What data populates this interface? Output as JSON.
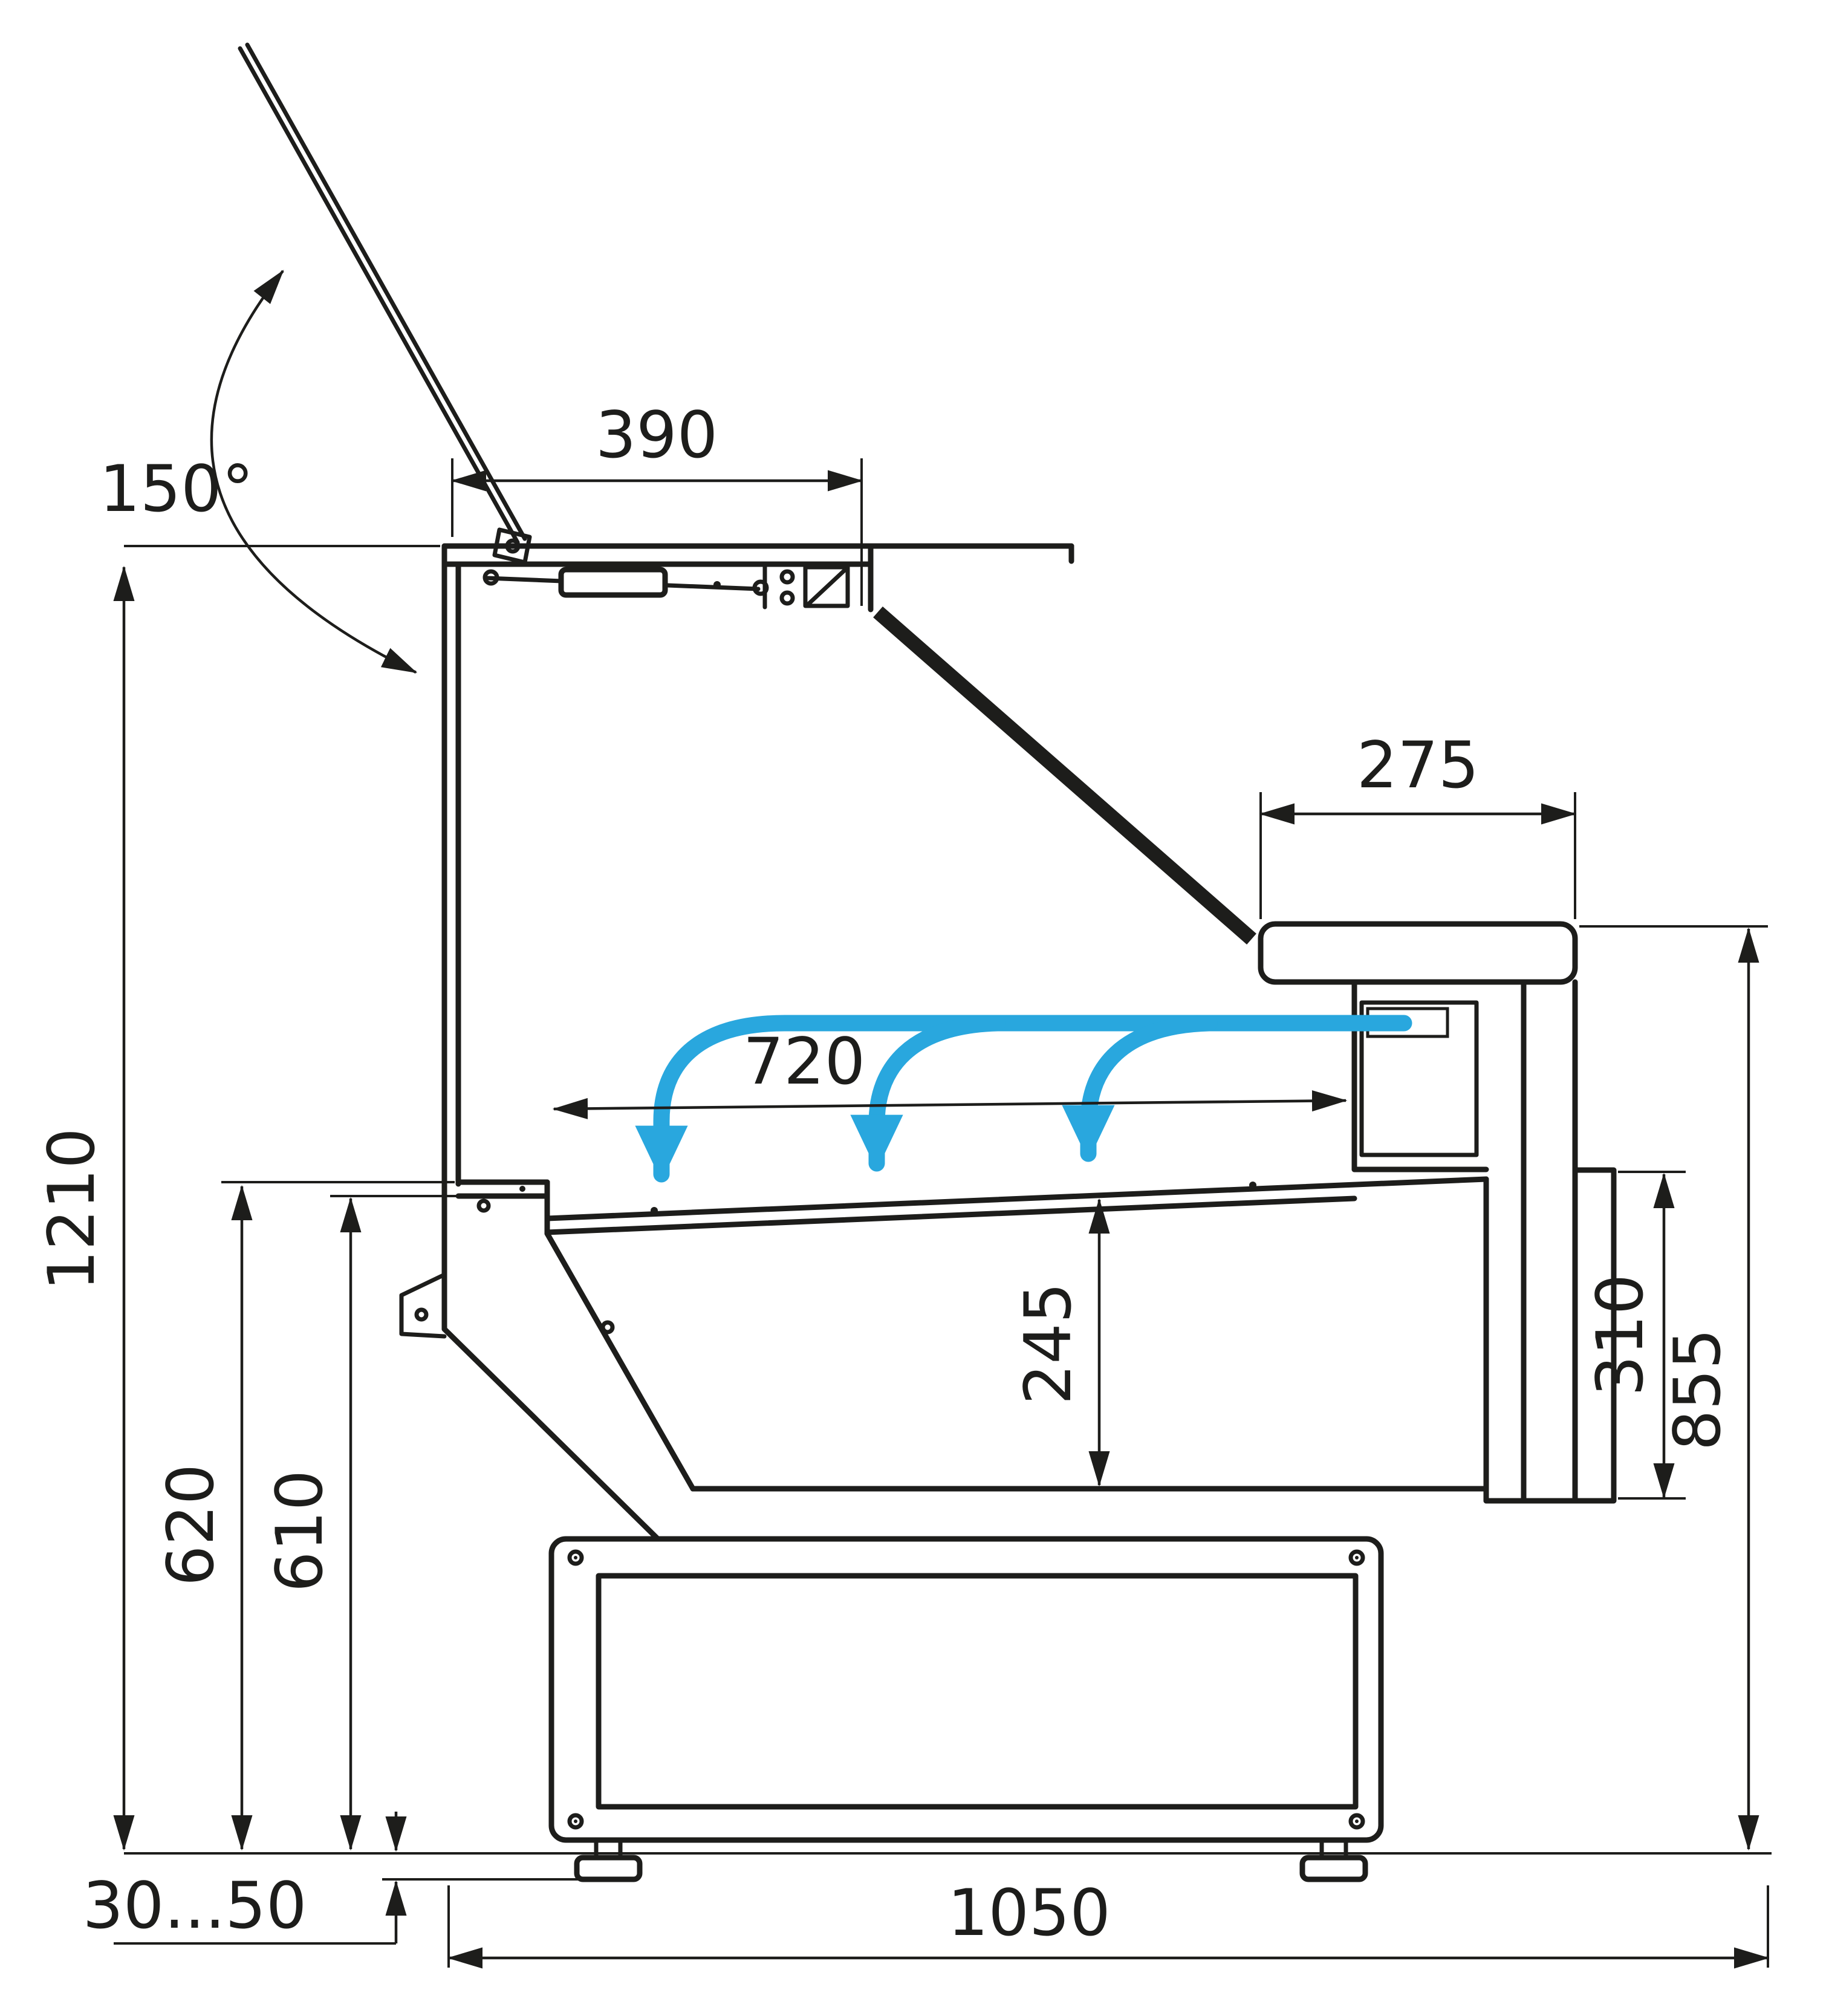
{
  "diagram": {
    "type": "technical-drawing",
    "subject": "refrigerated serve-over display counter, side cross-section with airflow",
    "labels": {
      "angle": "150°",
      "lid_depth": "390",
      "rear_counter_depth": "275",
      "deck_depth": "720",
      "overall_height": "1210",
      "front_height": "620",
      "deck_front_height": "610",
      "well_depth": "245",
      "rear_panel_height": "310",
      "rear_counter_height": "855",
      "foot_adjustment": "30...50",
      "overall_depth": "1050"
    },
    "colors": {
      "line": "#1d1d1b",
      "airflow": "#29a7de",
      "background": "#ffffff"
    }
  }
}
